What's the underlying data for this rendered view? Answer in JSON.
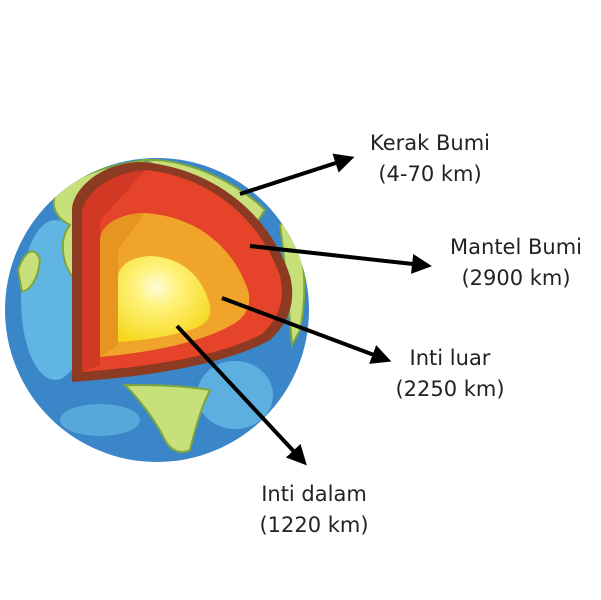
{
  "labels": {
    "crust": {
      "name": "Kerak Bumi",
      "size": "(4-70 km)"
    },
    "mantle": {
      "name": "Mantel Bumi",
      "size": "(2900 km)"
    },
    "outer": {
      "name": "Inti luar",
      "size": "(2250 km)"
    },
    "inner": {
      "name": "Inti dalam",
      "size": "(1220 km)"
    }
  },
  "colors": {
    "ocean": "#3a86c8",
    "ocean_light": "#6cc0ea",
    "land": "#c8e07a",
    "land_edge": "#7da640",
    "crust": "#8c3a22",
    "mantle": "#e5432a",
    "outer_core": "#f0a52a",
    "inner_core": "#fbe31c",
    "arrow": "#000000"
  }
}
